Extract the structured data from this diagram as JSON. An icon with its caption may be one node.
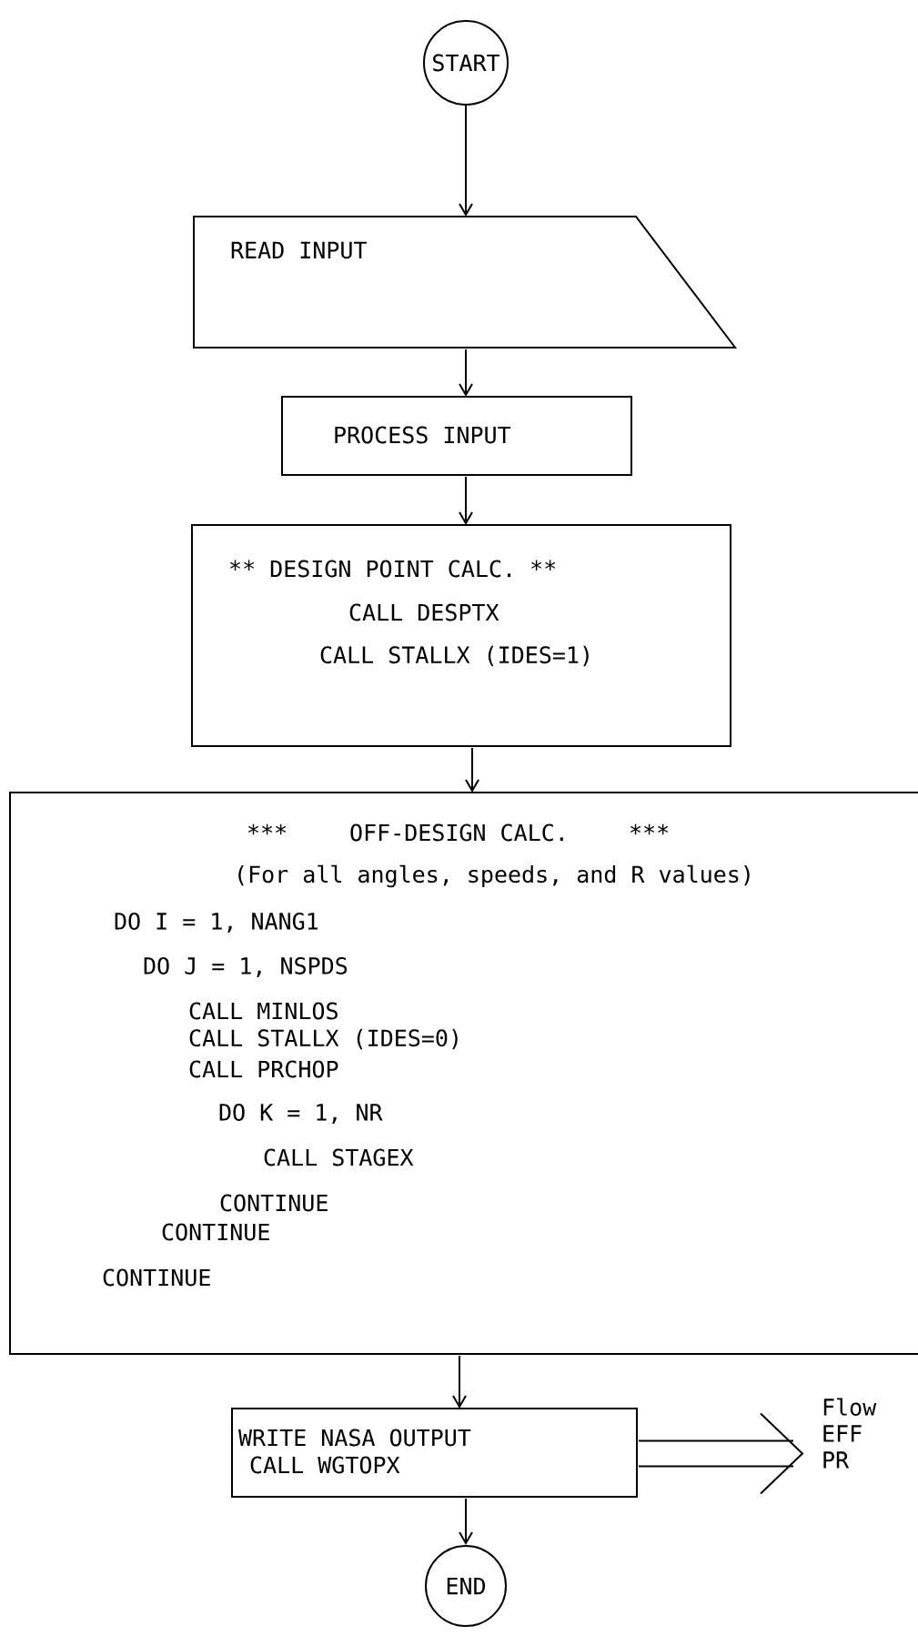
{
  "diagram": {
    "nodes": [
      {
        "text": [
          "START"
        ]
      },
      {
        "text": [
          "READ INPUT"
        ]
      },
      {
        "text": [
          "PROCESS INPUT"
        ]
      },
      {
        "text": [
          "** DESIGN POINT CALC. **",
          "CALL DESPTX",
          "CALL STALLX (IDES=1)"
        ]
      },
      {
        "text": [
          "***",
          "OFF-DESIGN CALC.",
          "***",
          "(For all angles, speeds, and R values)",
          "DO I = 1, NANG1",
          "DO J = 1, NSPDS",
          "CALL MINLOS",
          "CALL STALLX (IDES=0)",
          "CALL PRCHOP",
          "DO K = 1, NR",
          "CALL STAGEX",
          "CONTINUE",
          "CONTINUE",
          "CONTINUE"
        ]
      },
      {
        "text": [
          "WRITE NASA OUTPUT",
          "CALL WGTOPX"
        ]
      },
      {
        "text": [
          "Flow EFF PR"
        ]
      },
      {
        "text": [
          "END"
        ]
      }
    ],
    "edges": [
      {
        "from": 0,
        "to": 1,
        "arrow": "to"
      },
      {
        "from": 1,
        "to": 2,
        "arrow": "to"
      },
      {
        "from": 2,
        "to": 3,
        "arrow": "to"
      },
      {
        "from": 3,
        "to": 4,
        "arrow": "to"
      },
      {
        "from": 4,
        "to": 5,
        "arrow": "to"
      },
      {
        "from": 5,
        "to": 7,
        "arrow": "to"
      },
      {
        "from": 5,
        "to": 6,
        "arrow": "to"
      }
    ]
  }
}
